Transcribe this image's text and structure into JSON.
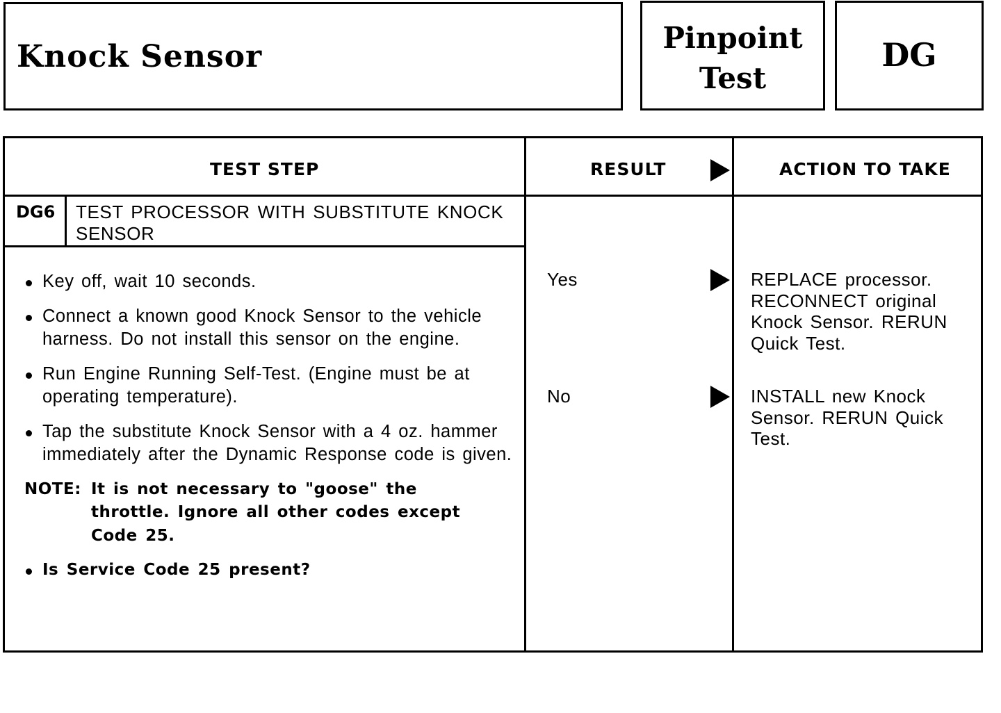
{
  "header": {
    "title": "Knock Sensor",
    "test_label_line1": "Pinpoint",
    "test_label_line2": "Test",
    "code": "DG"
  },
  "table": {
    "columns": [
      "TEST STEP",
      "RESULT",
      "ACTION TO TAKE"
    ],
    "step": {
      "id": "DG6",
      "title": "TEST PROCESSOR WITH SUBSTITUTE KNOCK SENSOR",
      "bullets": [
        "Key off, wait 10 seconds.",
        "Connect a known good Knock Sensor to the vehicle harness. Do not install this sensor on the engine.",
        "Run Engine Running Self-Test. (Engine must be at operating temperature).",
        "Tap the substitute Knock Sensor with a 4 oz. hammer immediately after the Dynamic Response code is given."
      ],
      "note_label": "NOTE:",
      "note_text": "It is not necessary to \"goose\" the throttle. Ignore all other codes except Code 25.",
      "question": "Is Service Code 25 present?"
    },
    "results": [
      {
        "result": "Yes",
        "action": "REPLACE processor. RECONNECT original Knock Sensor. RERUN Quick Test."
      },
      {
        "result": "No",
        "action": "INSTALL new Knock Sensor. RERUN Quick Test."
      }
    ]
  }
}
